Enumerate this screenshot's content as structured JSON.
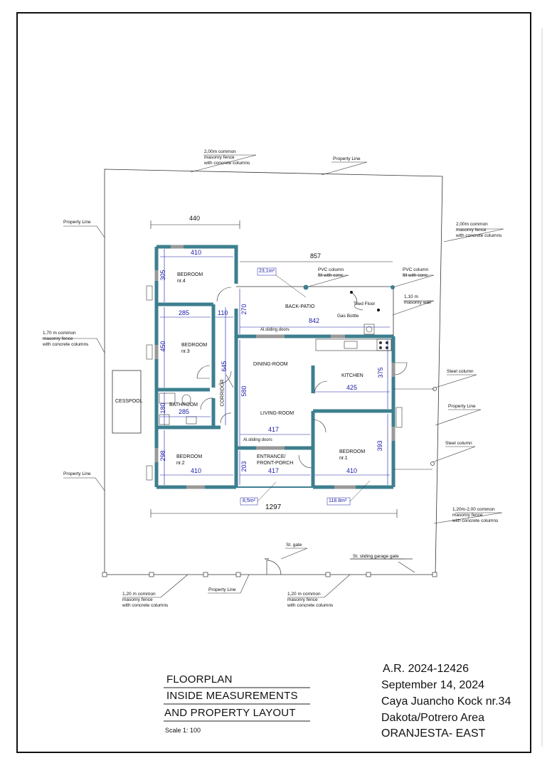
{
  "labels": {
    "property_top": "Property Line",
    "property_left_top": "Property Line",
    "property_left_bottom": "Property Line",
    "property_right": "Property Line",
    "property_bottom": "Property Line",
    "fence_top": "2,00m common\nmasonry fence\nwith concrete columns",
    "fence_right_top": "2,00m common\nmasonry fence\nwith concrete columns",
    "fence_left": "1,70 m common\nmasonry fence\nwith concrete columns",
    "fence_right_bottom": "1,20m-2,00 common\nmasonry fence\nwith concrete columns",
    "fence_bottom_left": "1,20 m common\nmasonry fence\nwith concrete columns",
    "fence_bottom_right": "1,20 m common\nmasonry fence\nwith concrete columns",
    "pvc_col_1": "PVC column\nfill with conc.",
    "pvc_col_2": "PVC column\nfill with conc.",
    "masonry_wall": "1,10 m\nmasonry wall",
    "tiled_floor": "Tiled Floor",
    "gas_bottle": "Gas Bottle",
    "steel_col_1": "Steel column",
    "steel_col_2": "Steel column",
    "st_gate": "St. gate",
    "garage_gate": "St. sliding garage gate",
    "cesspool": "CESSPOOL",
    "al_sliding_1": "Al.sliding doors",
    "al_sliding_2": "Al.sliding doors"
  },
  "rooms": {
    "bedroom4": "BEDROOM\nnr.4",
    "bedroom3": "BEDROOM\nnr.3",
    "bathroom": "BATHROOM",
    "bedroom2": "BEDROOM\nnr.2",
    "back_patio": "BACK-PATIO",
    "dining": "DINING-ROOM",
    "kitchen": "KITCHEN",
    "living": "LIVING-ROOM",
    "corridor": "CORRIDOR",
    "entrance": "ENTRANCE/\nFRONT-PORCH",
    "bedroom1": "BEDROOM\nnr.1"
  },
  "dimensions": {
    "d440": "440",
    "d410_top": "410",
    "d857": "857",
    "d305": "305",
    "d285_a": "285",
    "d110": "110",
    "d270": "270",
    "d842": "842",
    "d450": "450",
    "d645": "645",
    "d580": "580",
    "d375": "375",
    "d425": "425",
    "d180": "180",
    "d285_b": "285",
    "d417_a": "417",
    "d298": "298",
    "d203": "203",
    "d417_b": "417",
    "d393": "393",
    "d410_b2": "410",
    "d410_b1": "410",
    "d1297": "1297"
  },
  "areas": {
    "a_patio": "23,1m²",
    "a_porch": "8,5m²",
    "a_house": "118.8m²"
  },
  "title_block": {
    "line1": "FLOORPLAN",
    "line2": "INSIDE MEASUREMENTS",
    "line3": "AND PROPERTY LAYOUT",
    "scale": "Scale 1: 100",
    "ref": "A.R. 2024-12426",
    "date": "September 14, 2024",
    "address": "Caya Juancho Kock nr.34",
    "area": "Dakota/Potrero Area",
    "city": "ORANJESTA- EAST"
  },
  "colors": {
    "wall": "#3d7f8f",
    "dimension": "#1a1aa8",
    "line": "#222222"
  }
}
